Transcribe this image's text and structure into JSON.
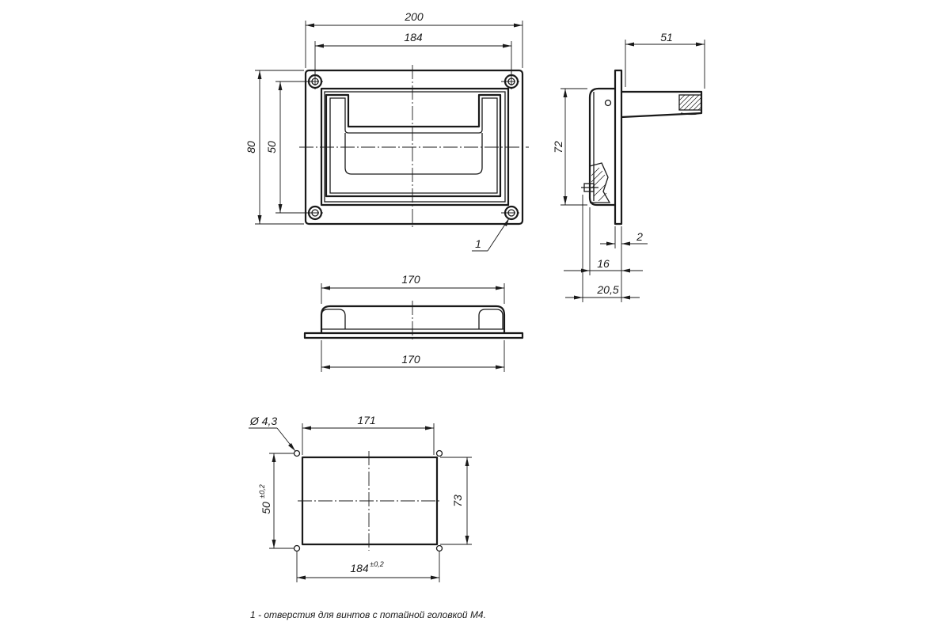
{
  "views": {
    "front": {
      "dim_overall_width": "200",
      "dim_hole_spacing_width": "184",
      "dim_overall_height": "80",
      "dim_hole_spacing_height": "50",
      "callout_holes": "1"
    },
    "side": {
      "dim_projection": "51",
      "dim_height": "72",
      "dim_plate_thickness": "2",
      "dim_depth": "16",
      "dim_total_depth": "20,5"
    },
    "top": {
      "dim_handle_width": "170",
      "dim_body_width": "170"
    },
    "cutout": {
      "dim_hole_diameter": "Ø 4,3",
      "dim_opening_width": "171",
      "dim_opening_height": "73",
      "dim_hole_spacing_height": "50",
      "dim_hole_spacing_height_tol": "±0,2",
      "dim_hole_spacing_width": "184",
      "dim_hole_spacing_width_tol": "±0,2"
    }
  },
  "note": "1 - отверстия для винтов с потайной головкой М4."
}
